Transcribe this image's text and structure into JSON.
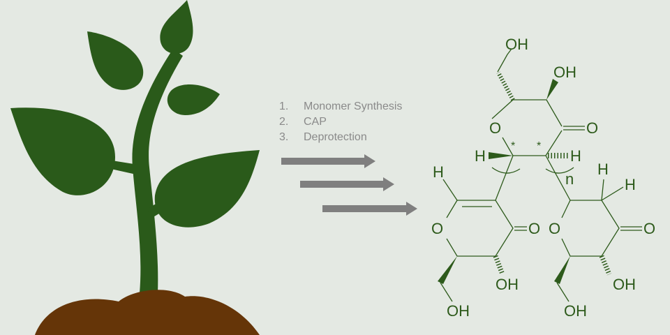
{
  "steps": [
    {
      "num": "1.",
      "label": "Monomer Synthesis"
    },
    {
      "num": "2.",
      "label": "CAP"
    },
    {
      "num": "3.",
      "label": "Deprotection"
    }
  ],
  "atoms": {
    "oh": "OH",
    "o": "O",
    "h": "H",
    "star": "*",
    "n": "n"
  },
  "colors": {
    "background": "#e4e9e3",
    "plant": "#2a5a1a",
    "soil": "#653508",
    "arrow": "#7f7f7f",
    "chem": "#2d5a1b",
    "text": "#8a8a8a"
  }
}
